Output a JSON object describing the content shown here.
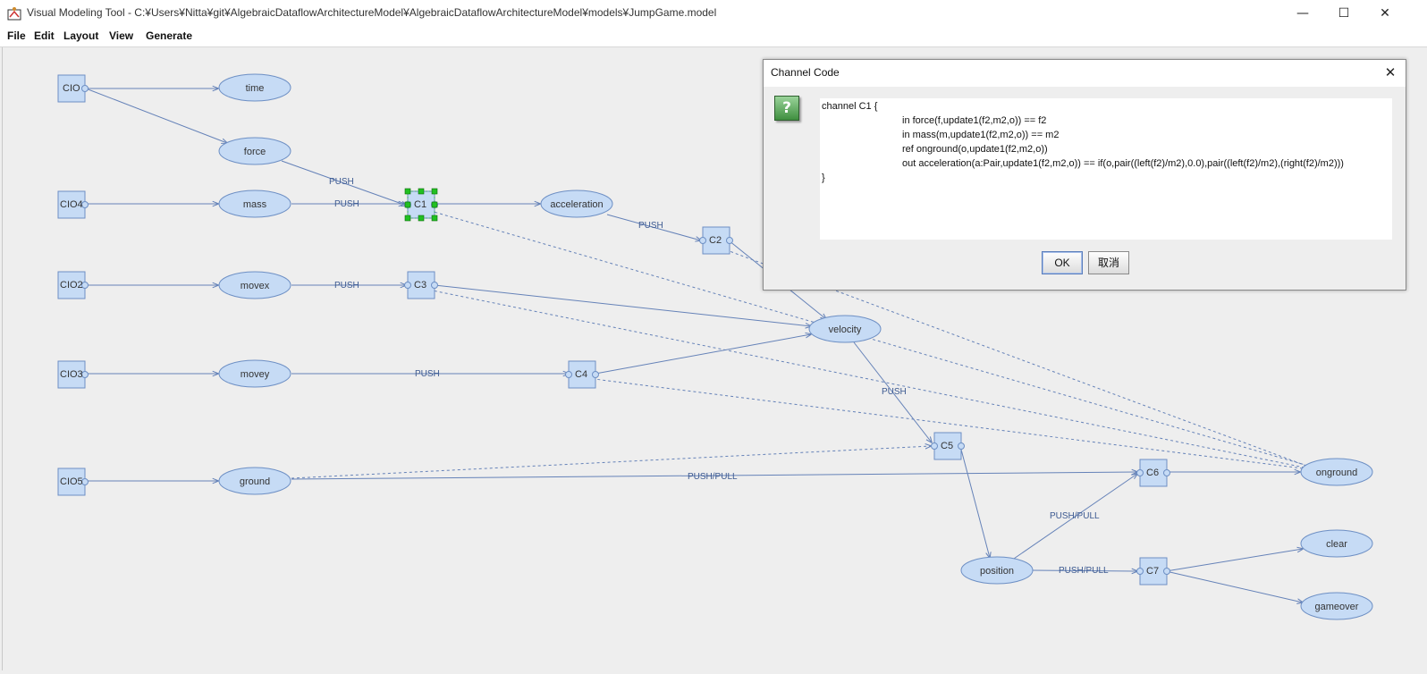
{
  "window": {
    "title": "Visual Modeling Tool - C:¥Users¥Nitta¥git¥AlgebraicDataflowArchitectureModel¥AlgebraicDataflowArchitectureModel¥models¥JumpGame.model",
    "minimize": "—",
    "maximize": "☐",
    "close": "✕"
  },
  "menu": {
    "file": "File",
    "edit": "Edit",
    "layout": "Layout",
    "view": "View",
    "generate": "Generate"
  },
  "graph": {
    "io_nodes": [
      "CIO",
      "CIO4",
      "CIO2",
      "CIO3",
      "CIO5"
    ],
    "channels": [
      "C1",
      "C2",
      "C3",
      "C4",
      "C5",
      "C6",
      "C7"
    ],
    "resources": [
      "time",
      "force",
      "mass",
      "movex",
      "movey",
      "ground",
      "acceleration",
      "velocity",
      "position",
      "onground",
      "clear",
      "gameover"
    ],
    "edge_labels": {
      "push": "PUSH",
      "push_pull": "PUSH/PULL"
    },
    "selected_channel": "C1"
  },
  "dialog": {
    "title": "Channel Code",
    "close": "✕",
    "icon": "?",
    "code_lines": [
      "channel C1 {",
      "in force(f,update1(f2,m2,o)) == f2",
      "in mass(m,update1(f2,m2,o)) == m2",
      "ref onground(o,update1(f2,m2,o))",
      "out acceleration(a:Pair,update1(f2,m2,o)) == if(o,pair((left(f2)/m2),0.0),pair((left(f2)/m2),(right(f2)/m2)))",
      "}"
    ],
    "ok_label": "OK",
    "cancel_label": "取消"
  },
  "colors": {
    "node_fill": "#c6dbf5",
    "node_stroke": "#6d8fc4",
    "edge": "#6582b8",
    "selection": "#22c022"
  }
}
